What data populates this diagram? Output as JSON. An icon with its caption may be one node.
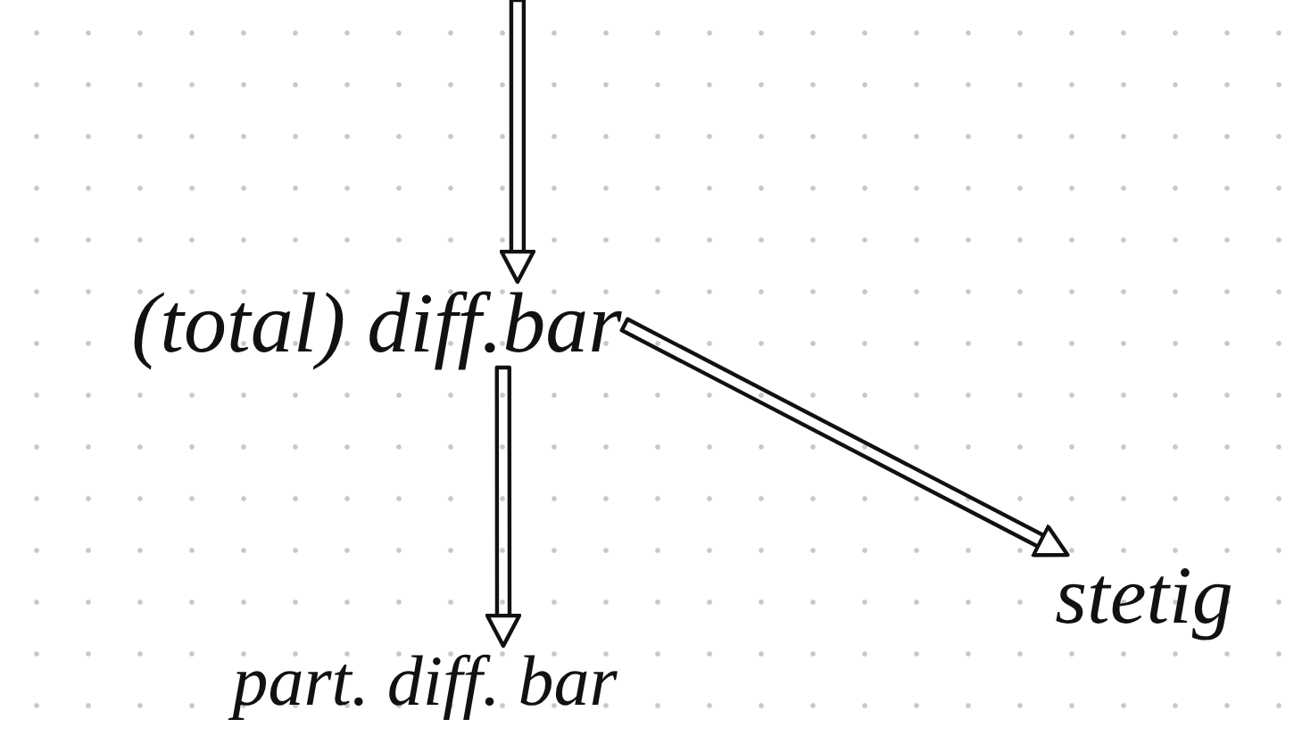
{
  "diagram": {
    "nodes": [
      {
        "text": [
          "(total) diff.bar"
        ]
      },
      {
        "text": [
          "part. diff. bar"
        ]
      },
      {
        "text": [
          "stetig"
        ]
      }
    ],
    "edges": [
      {
        "from": null,
        "to": 0,
        "arrow": "to"
      },
      {
        "from": 0,
        "to": 1,
        "arrow": "to"
      },
      {
        "from": 0,
        "to": 2,
        "arrow": "to"
      }
    ]
  }
}
